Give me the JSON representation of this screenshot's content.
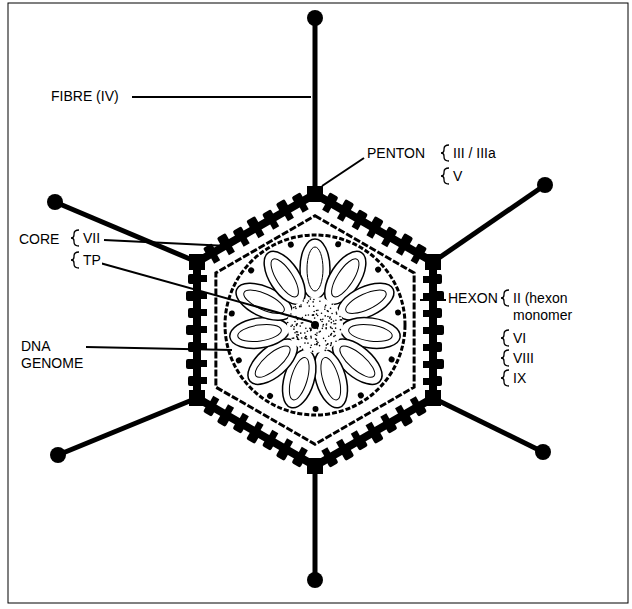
{
  "diagram": {
    "labels": [
      "FIBRE (IV)",
      "PENTON",
      "III / IIIa",
      "V",
      "CORE",
      "VII",
      "TP",
      "HEXON",
      "II (hexon monomer",
      "VI",
      "VIII",
      "IX",
      "DNA GENOME"
    ]
  }
}
